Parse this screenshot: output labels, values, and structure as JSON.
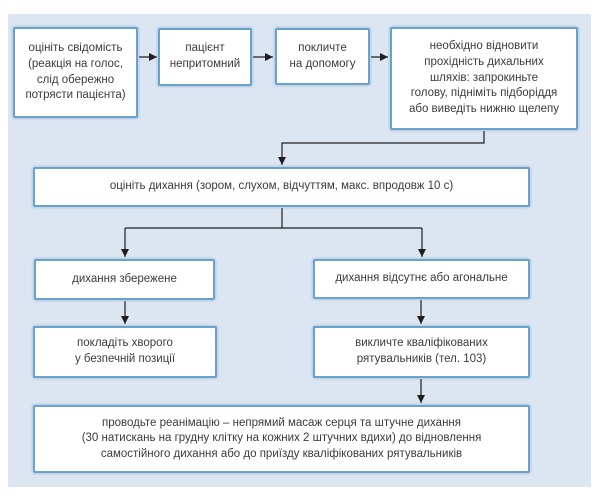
{
  "colors": {
    "page_bg": "#ffffff",
    "panel_bg": "#dce6f3",
    "box_border": "#69a3c9",
    "box_fill": "#ffffff",
    "text": "#3b3b3b",
    "wire": "#1f1f1f"
  },
  "nodes": {
    "assess_consciousness": {
      "lines": [
        "оцініть свідомість",
        "(реакція на голос,",
        "слід обережно",
        "потрясти пацієнта)"
      ]
    },
    "patient_unconscious": {
      "lines": [
        "пацієнт",
        "непритомний"
      ]
    },
    "call_for_help": {
      "lines": [
        "покличте",
        "на допомогу"
      ]
    },
    "restore_airway": {
      "lines": [
        "необхідно відновити",
        "прохідність дихальних",
        "шляхів: запрокиньте",
        "голову, підніміть підборіддя",
        "або виведіть нижню щелепу"
      ]
    },
    "assess_breathing": {
      "lines": [
        "оцініть дихання (зором, слухом, відчуттям, макс. впродовж 10 с)"
      ]
    },
    "breathing_preserved": {
      "lines": [
        "дихання збережене"
      ]
    },
    "breathing_absent": {
      "lines": [
        "дихання відсутнє або агональне"
      ]
    },
    "recovery_position": {
      "lines": [
        "покладіть хворого",
        "у безпечній позиції"
      ]
    },
    "call_rescuers": {
      "lines": [
        "викличте кваліфікованих",
        "рятувальників (тел. 103)"
      ]
    },
    "perform_cpr": {
      "lines": [
        "проводьте реанімацію – непрямий масаж серця та штучне дихання",
        "(30 натискань на грудну клітку на кожних 2 штучних вдихи) до відновлення",
        "самостійного дихання або до приїзду кваліфікованих рятувальників"
      ]
    }
  },
  "edges": [
    {
      "from": "assess_consciousness",
      "to": "patient_unconscious"
    },
    {
      "from": "patient_unconscious",
      "to": "call_for_help"
    },
    {
      "from": "call_for_help",
      "to": "restore_airway"
    },
    {
      "from": "restore_airway",
      "to": "assess_breathing"
    },
    {
      "from": "assess_breathing",
      "to": "breathing_preserved"
    },
    {
      "from": "assess_breathing",
      "to": "breathing_absent"
    },
    {
      "from": "breathing_preserved",
      "to": "recovery_position"
    },
    {
      "from": "breathing_absent",
      "to": "call_rescuers"
    },
    {
      "from": "call_rescuers",
      "to": "perform_cpr"
    }
  ]
}
